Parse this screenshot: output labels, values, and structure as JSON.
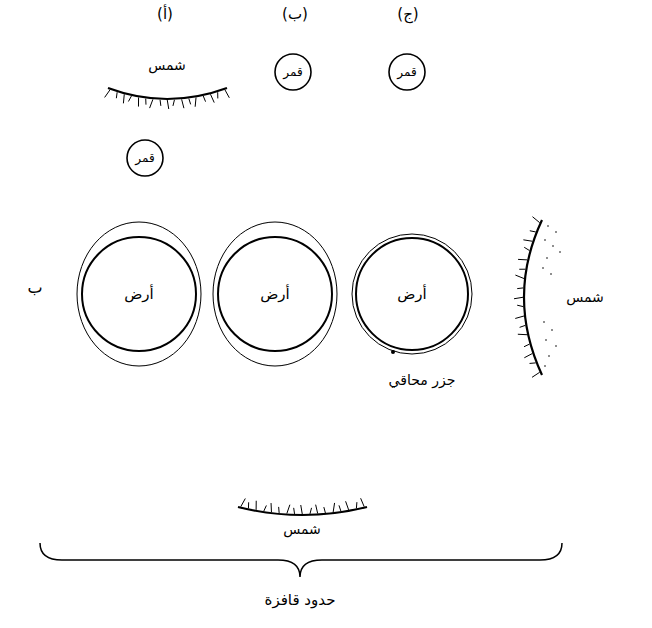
{
  "diagram": {
    "nodes": [
      {
        "text": [
          "شمس"
        ]
      },
      {
        "text": [
          "قمر"
        ]
      },
      {
        "text": [
          "قمر"
        ]
      },
      {
        "text": [
          "قمر"
        ]
      },
      {
        "text": [
          "أرض"
        ]
      },
      {
        "text": [
          "أرض"
        ]
      },
      {
        "text": [
          "أرض"
        ]
      },
      {
        "text": [
          "شمس"
        ]
      },
      {
        "text": [
          "شمس"
        ]
      }
    ],
    "labels": [
      "(أ)",
      "(ب)",
      "(ج)",
      "ب",
      "جزر محاقي",
      "حدود قافزة"
    ]
  }
}
